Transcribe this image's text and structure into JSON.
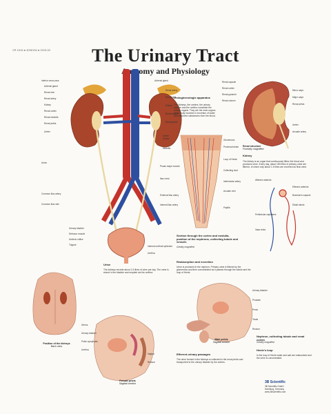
{
  "header": {
    "code": "VR 1516 ● 4006154 ● 2015-02",
    "title": "The Urinary Tract",
    "subtitle": "Anatomy and Physiology"
  },
  "sections": {
    "urinogenital": {
      "heading": "Urologinecologic apparatus",
      "body": "The kidneys, the ureters, the urinary bladder and the urethra constitute the urinary organs. They are the main organs of the body involved in excretion of water and dissolved substances from the blood."
    },
    "kidney": {
      "heading": "Kidney",
      "body": "The kidney is an organ that continuously filters the blood and produces urine. Every day, about 180 litres of primary urine are filtered, of which only about 1.5 litres are excreted as final urine."
    },
    "renal_section": {
      "caption": "Renal structure",
      "sub": "Frontally magnified"
    },
    "nephron": {
      "heading": "Nephron, collecting tubule and renal cortex",
      "sub": "Greatly magnified"
    },
    "tubule": {
      "heading": "Section through the cortex and medulla, position of the nephrons, collecting tubule and vessels",
      "sub": "Greatly magnified"
    },
    "reabsorption": {
      "heading": "Reabsorption and excretion",
      "body": "Urine is produced in the nephron. Primary urine is filtered by the glomerulus and then concentrated as it passes through the tubule and the loop of Henle."
    },
    "efferent": {
      "heading": "Efferent urinary passages",
      "body": "The urine formed in the kidneys is collected in the renal pelvis and transported to the urinary bladder by the ureters."
    },
    "urine": {
      "heading": "Urine",
      "body": "The kidneys excrete about 1.5 litres of urine per day. The urine is stored in the bladder and emptied via the urethra."
    },
    "henle": {
      "heading": "Henle's loop",
      "body": "In the loop of Henle water and salt are reabsorbed and the urine is concentrated."
    },
    "kidneys_position": {
      "caption": "Position of the kidneys",
      "sub": "Back view"
    },
    "female_pelvis": {
      "caption": "Female pelvis",
      "sub": "Sagittal section"
    },
    "male_pelvis": {
      "caption": "Male pelvis",
      "sub": "Sagittal section"
    }
  },
  "labels": {
    "left": [
      "Inferior vena cava",
      "Adrenal gland",
      "Renal vein",
      "Renal artery",
      "Kidney",
      "Renal cortex",
      "Renal medulla",
      "Renal pelvis",
      "Ureter",
      "Aorta",
      "Common iliac artery",
      "Common iliac vein"
    ],
    "center": [
      "Adrenal gland",
      "Renal artery",
      "Renal vein",
      "Kidney",
      "Renal papilla",
      "Renal pelvis",
      "Ureter",
      "Psoas major muscle",
      "Iliac crest",
      "External iliac artery",
      "Internal iliac artery"
    ],
    "bladder": [
      "Urinary bladder",
      "Detrusor muscle",
      "Ureteric orifice",
      "Trigone",
      "Internal urethral sphincter",
      "Urethra"
    ],
    "right_top": [
      "Renal capsule",
      "Renal cortex",
      "Renal pyramid",
      "Renal column",
      "Minor calyx",
      "Major calyx",
      "Renal pelvis",
      "Ureter",
      "Arcuate artery"
    ],
    "mid": [
      "Cortex",
      "Medulla",
      "Glomerulus",
      "Proximal tubule",
      "Loop of Henle",
      "Collecting duct",
      "Interlobular artery",
      "Arcuate vein",
      "Papilla"
    ],
    "nephron": [
      "Afferent arteriole",
      "Efferent arteriole",
      "Bowman's capsule",
      "Distal tubule",
      "Peritubular capillaries",
      "Vasa recta"
    ],
    "female": [
      "Uterus",
      "Urinary bladder",
      "Pubic symphysis",
      "Urethra",
      "Vagina",
      "Rectum"
    ],
    "male": [
      "Urinary bladder",
      "Prostate",
      "Penis",
      "Testis",
      "Rectum"
    ]
  },
  "publisher": {
    "brand": "3B Scientific",
    "lines": [
      "3B Scientific GmbH",
      "Hamburg, Germany",
      "www.3bscientific.com"
    ]
  },
  "colors": {
    "artery": "#c4332b",
    "vein": "#2e4fa0",
    "kidney": "#a8452b",
    "ureter": "#e8d7a0",
    "skin": "#e9b49a"
  }
}
